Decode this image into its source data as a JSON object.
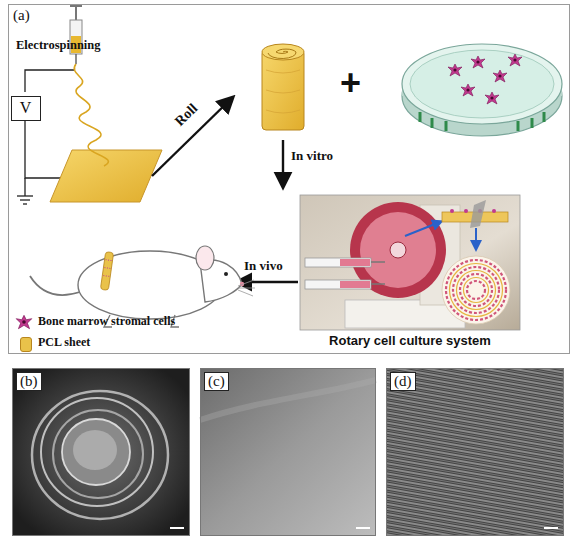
{
  "diagram": {
    "nodes": [
      {
        "text": [
          "(a)"
        ]
      },
      {
        "text": [
          "V"
        ],
        "in": 0
      },
      {
        "text": [
          "Rotary cell culture system"
        ],
        "in": 0
      },
      {
        "text": [
          "(b)"
        ]
      },
      {
        "text": [
          "(c)"
        ]
      },
      {
        "text": [
          "(d)"
        ]
      }
    ],
    "labels": [
      "Electrospinning",
      "Roll",
      "+",
      "In vitro",
      "In vivo"
    ],
    "legend": [
      {
        "text": "Bone marrow stromal cells"
      },
      {
        "text": "PCL sheet",
        "color": "#e9c24a"
      }
    ]
  }
}
